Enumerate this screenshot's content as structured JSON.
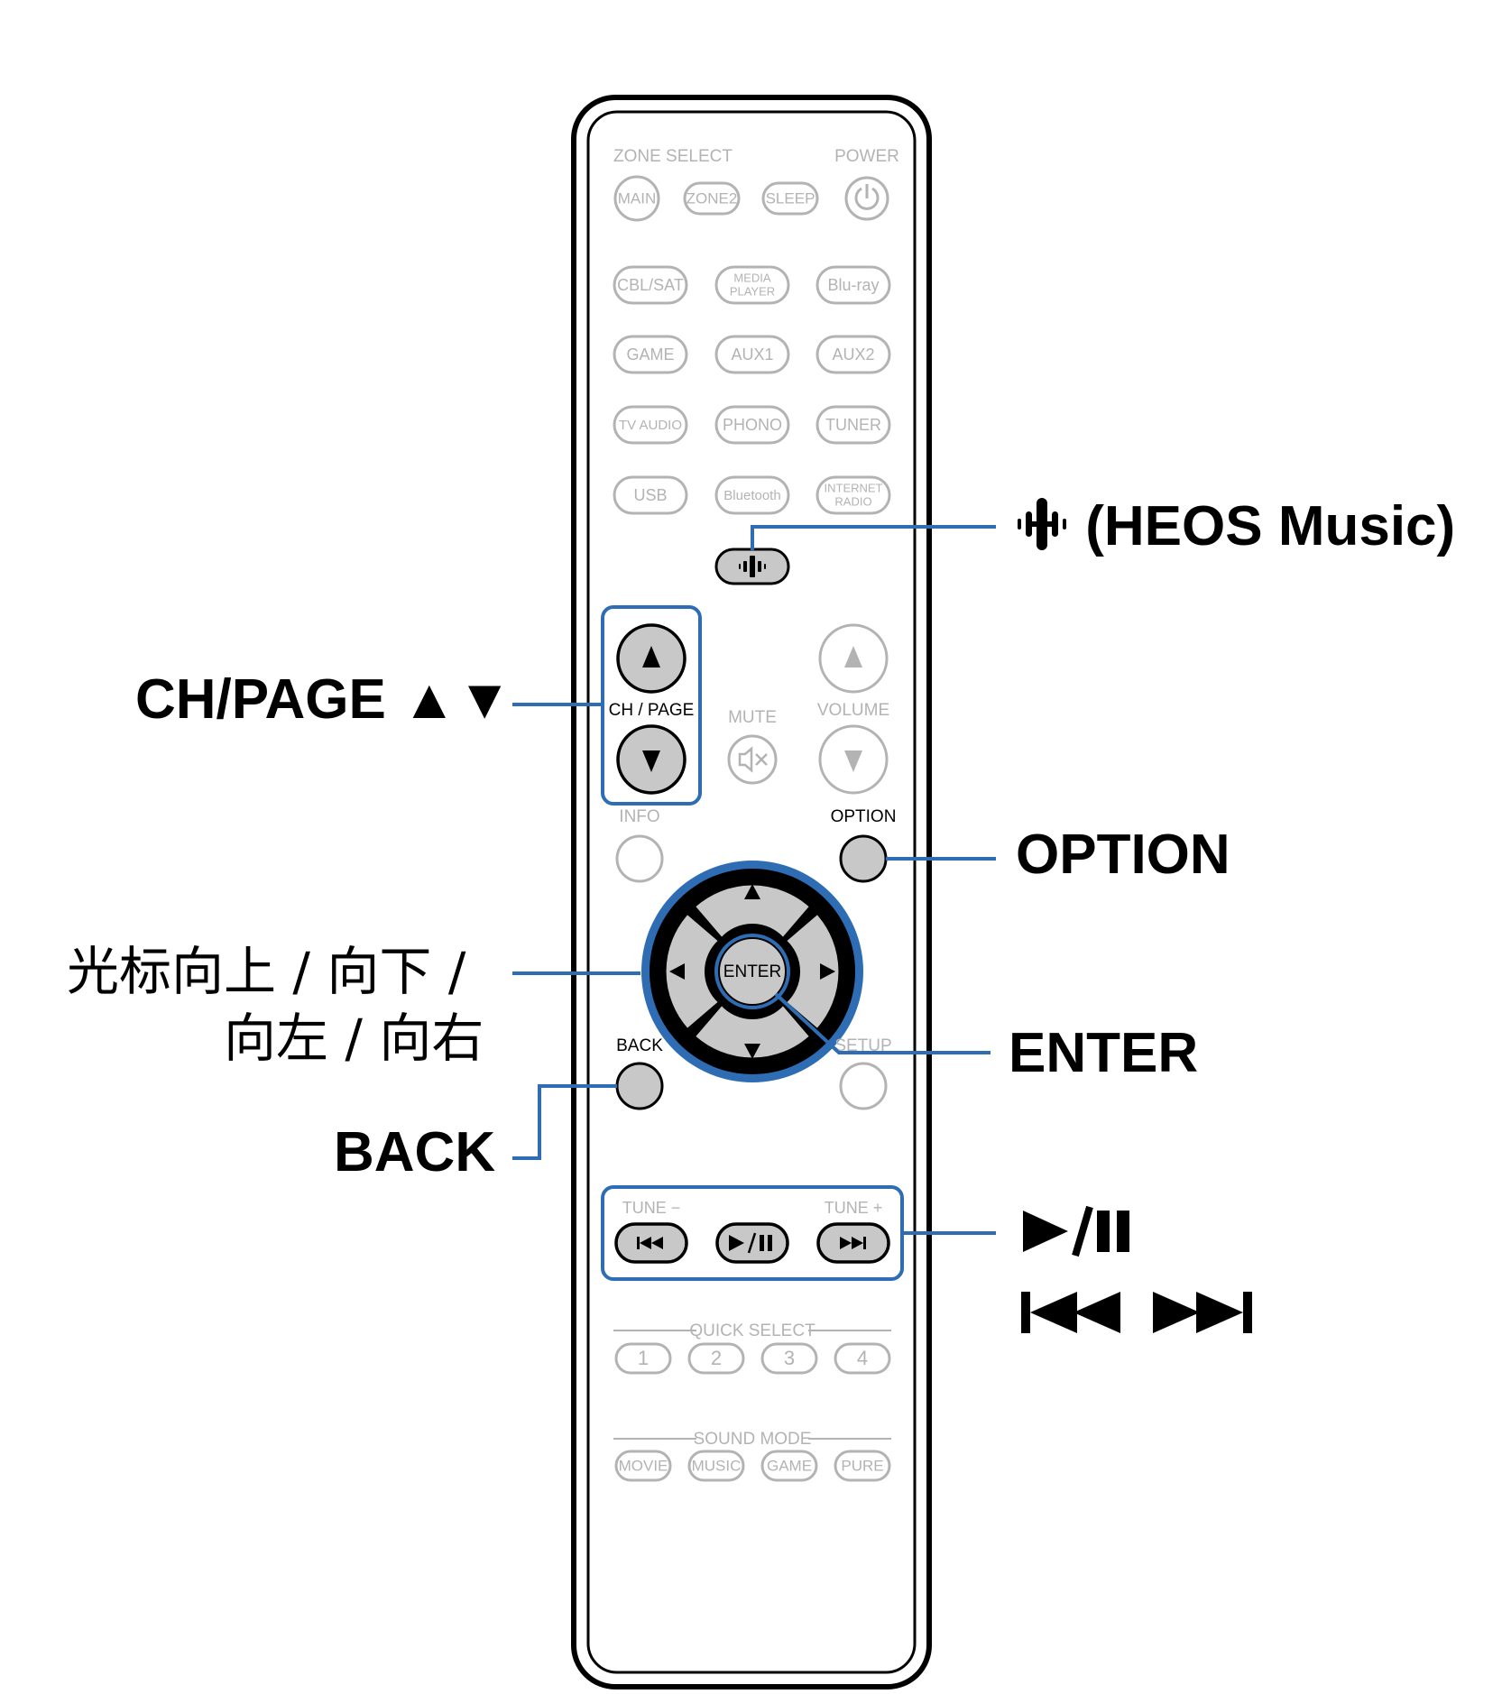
{
  "remote": {
    "zone_select_label": "ZONE SELECT",
    "power_label": "POWER",
    "zone_buttons": [
      "MAIN",
      "ZONE2",
      "SLEEP"
    ],
    "source_rows": [
      [
        "CBL/SAT",
        [
          "MEDIA",
          "PLAYER"
        ],
        "Blu-ray"
      ],
      [
        "GAME",
        "AUX1",
        "AUX2"
      ],
      [
        "TV AUDIO",
        "PHONO",
        "TUNER"
      ],
      [
        "USB",
        "Bluetooth",
        [
          "INTERNET",
          "RADIO"
        ]
      ]
    ],
    "ch_page_label": "CH / PAGE",
    "mute_label": "MUTE",
    "volume_label": "VOLUME",
    "info_label": "INFO",
    "option_label": "OPTION",
    "enter_label": "ENTER",
    "back_label": "BACK",
    "setup_label": "SETUP",
    "tune_minus_label": "TUNE −",
    "tune_plus_label": "TUNE +",
    "quick_select_label": "QUICK SELECT",
    "quick_select_buttons": [
      "1",
      "2",
      "3",
      "4"
    ],
    "sound_mode_label": "SOUND MODE",
    "sound_mode_buttons": [
      "MOVIE",
      "MUSIC",
      "GAME",
      "PURE"
    ]
  },
  "callouts": {
    "heos": "(HEOS Music)",
    "ch_page": "CH/PAGE ▲▼",
    "option": "OPTION",
    "cursor_line1": "光标向上 / 向下 /",
    "cursor_line2": "向左 / 向右",
    "enter": "ENTER",
    "back": "BACK",
    "play_pause": "▶/❚❚",
    "skip": "◀◀   ▶▶"
  },
  "colors": {
    "highlight": "#2e6db4",
    "active_button": "#c8c8c8",
    "faded": "#b3b3b3",
    "body_outline": "#000000"
  }
}
